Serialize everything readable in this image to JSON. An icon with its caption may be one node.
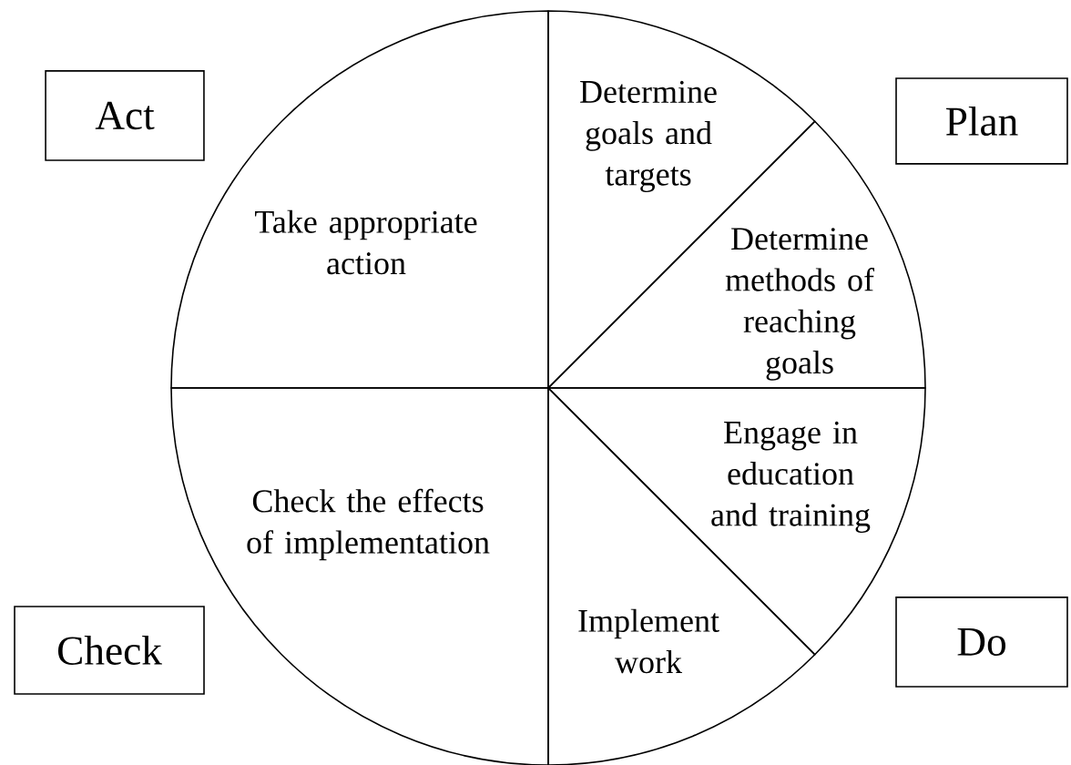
{
  "diagram": {
    "nodes": [
      {
        "text": [
          "Act"
        ]
      },
      {
        "text": [
          "Plan"
        ]
      },
      {
        "text": [
          "Take appropriate action"
        ]
      },
      {
        "text": [
          "Determine goals and targets"
        ]
      },
      {
        "text": [
          "Determine methods of reaching goals"
        ]
      },
      {
        "text": [
          "Check the effects of implementation"
        ]
      },
      {
        "text": [
          "Engage in education and training"
        ]
      },
      {
        "text": [
          "Implement work"
        ]
      },
      {
        "text": [
          "Check"
        ]
      },
      {
        "text": [
          "Do"
        ]
      }
    ]
  }
}
